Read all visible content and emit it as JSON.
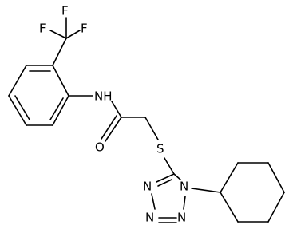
{
  "molecule": {
    "atoms": {
      "F1": "F",
      "F2": "F",
      "F3": "F",
      "NH": "NH",
      "O": "O",
      "S": "S",
      "N1": "N",
      "N2": "N",
      "N3": "N",
      "N4": "N"
    }
  },
  "colors": {
    "bond": "#000000",
    "text": "#000000",
    "background": "#ffffff"
  }
}
